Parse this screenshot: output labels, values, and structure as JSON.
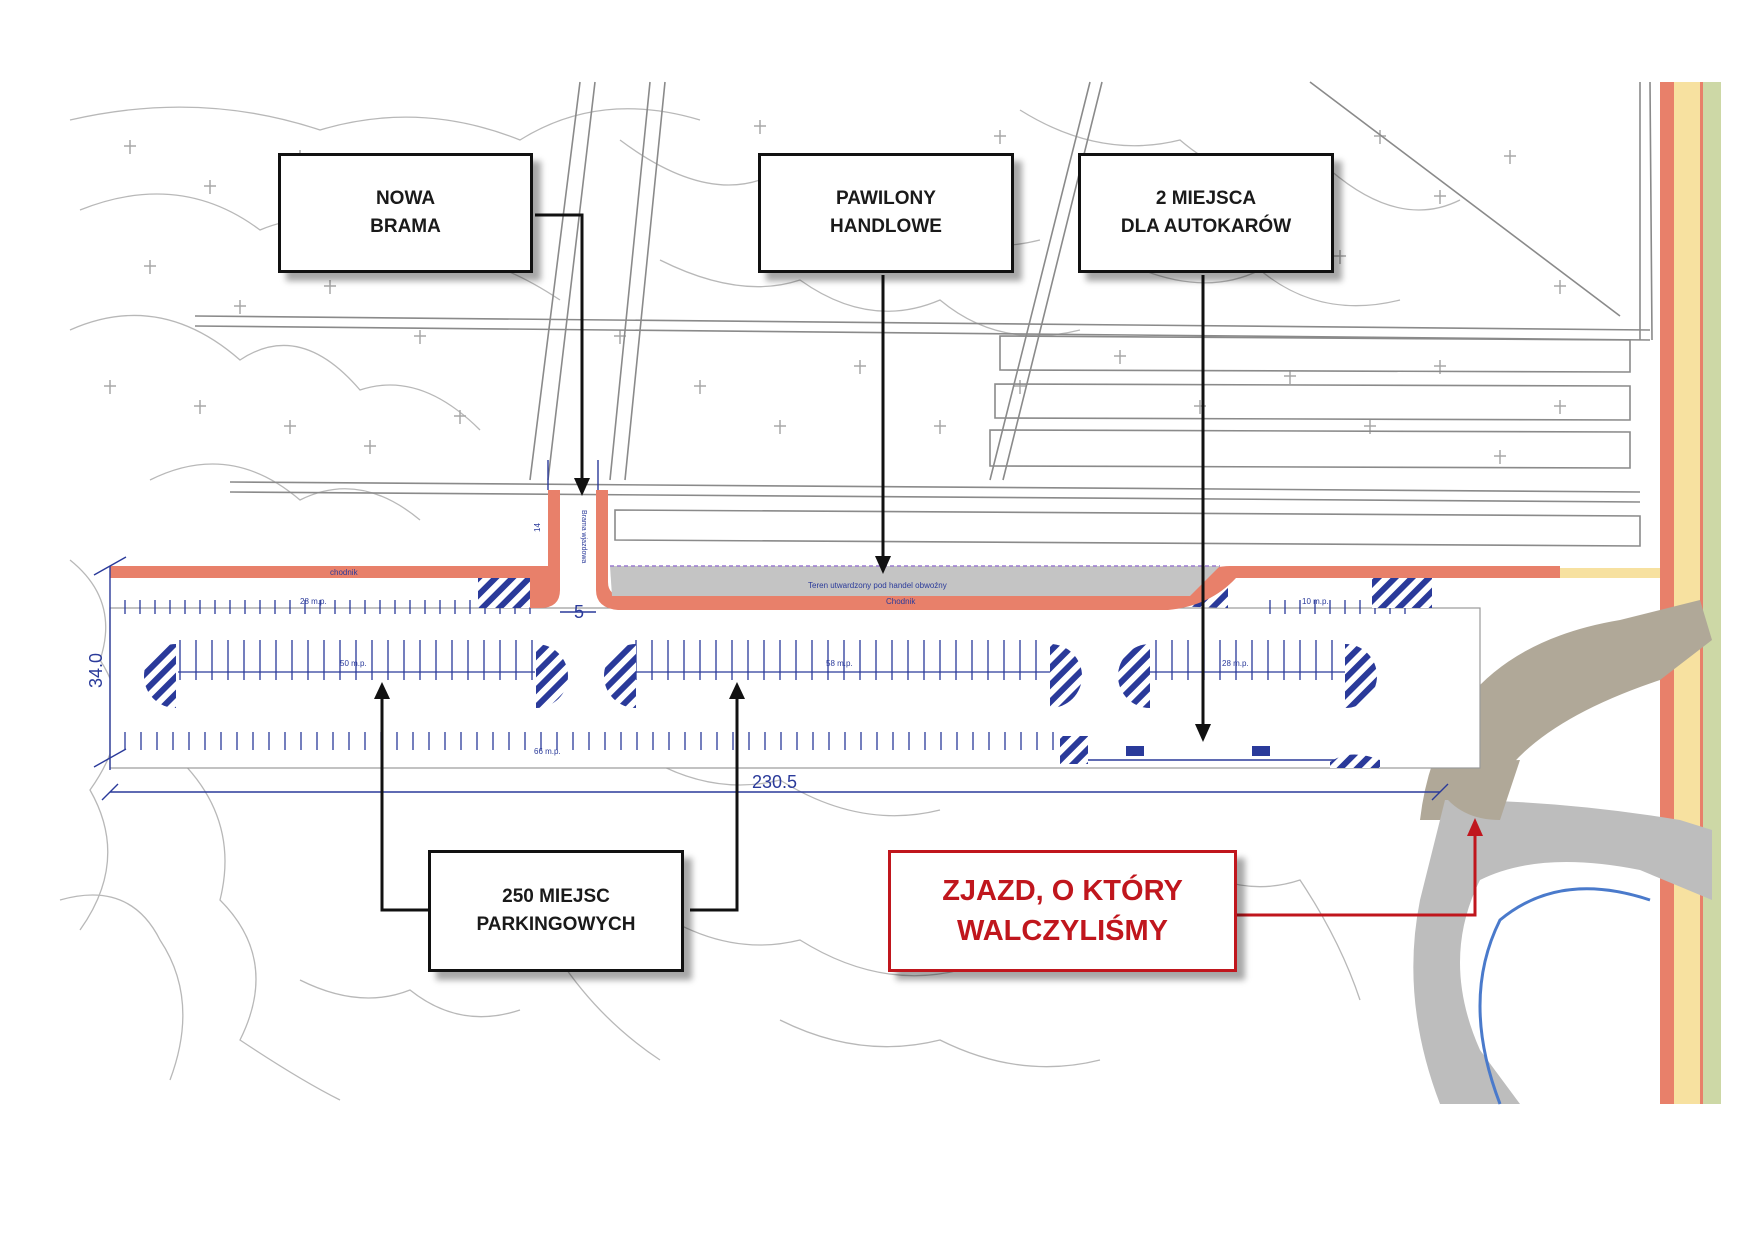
{
  "callouts": {
    "nowa_brama": [
      "NOWA",
      "BRAMA"
    ],
    "pawilony": [
      "PAWILONY",
      "HANDLOWE"
    ],
    "autokary": [
      "2 MIEJSCA",
      "DLA AUTOKARÓW"
    ],
    "parking": [
      "250 MIEJSC",
      "PARKINGOWYCH"
    ],
    "zjazd": [
      "ZJAZD, O KTÓRY",
      "WALCZYLIŚMY"
    ]
  },
  "dimensions": {
    "length": "230.5",
    "width": "34.0",
    "gate_width": "5",
    "gate_depth": "14"
  },
  "plan_labels": {
    "sidewalk_left": "chodnik",
    "sidewalk_right": "Chodnik",
    "trade_area": "Teren utwardzony pod handel obwoźny",
    "gate": "Brama wjazdowa",
    "row1_left": "28 m.p.",
    "row1_right": "10 m.p.",
    "row2_left": "50 m.p.",
    "row2_mid": "58 m.p.",
    "row2_right": "28 m.p.",
    "row3": "66 m.p."
  },
  "colors": {
    "sidewalk": "#e8806a",
    "plan_blue": "#2a3a9a",
    "callout_red": "#c0161d",
    "road_gray": "#bdbdbd",
    "background_lines": "#b8b8b8"
  }
}
